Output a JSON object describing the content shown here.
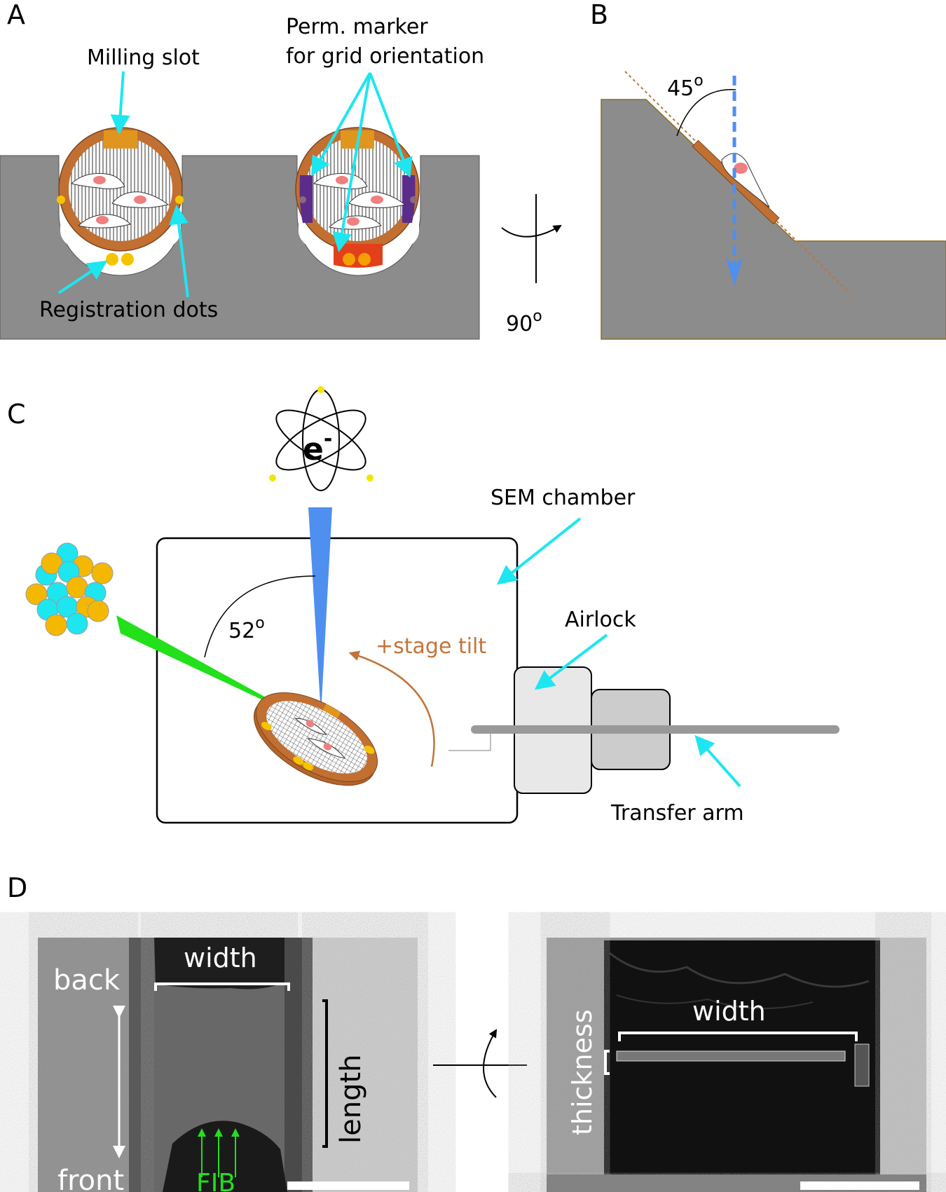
{
  "panels": {
    "a": {
      "letter": "A",
      "milling_slot": "Milling slot",
      "perm_marker_line1": "Perm. marker",
      "perm_marker_line2": "for grid orientation",
      "registration_dots": "Registration dots",
      "rotation_label": "90",
      "rotation_degree": "o"
    },
    "b": {
      "letter": "B",
      "angle_label": "45",
      "angle_degree": "o"
    },
    "c": {
      "letter": "C",
      "electron_label": "e",
      "electron_charge": "-",
      "sem_chamber": "SEM chamber",
      "airlock": "Airlock",
      "transfer_arm": "Transfer arm",
      "stage_tilt": "+stage tilt",
      "angle_label": "52",
      "angle_degree": "o"
    },
    "d": {
      "letter": "D",
      "width_left": "width",
      "back": "back",
      "front": "front",
      "length": "length",
      "fib": "FIB",
      "width_right": "width",
      "thickness": "thickness"
    }
  },
  "colors": {
    "block_gray": "#8c8c8c",
    "grid_ring": "#c26f32",
    "ring_tab": "#e0951f",
    "reg_dot": "#f5c400",
    "perm_marker": "#5b2d8a",
    "perm_marker_red": "#e2401b",
    "cyan_arrow": "#1ee6f0",
    "electron_beam": "#4f8ff0",
    "ion_beam": "#22e01a",
    "stage_tilt": "#c2743a",
    "airlock_light": "#e8e8e8",
    "airlock_dark": "#cccccc",
    "fib_label": "#22e01a"
  }
}
